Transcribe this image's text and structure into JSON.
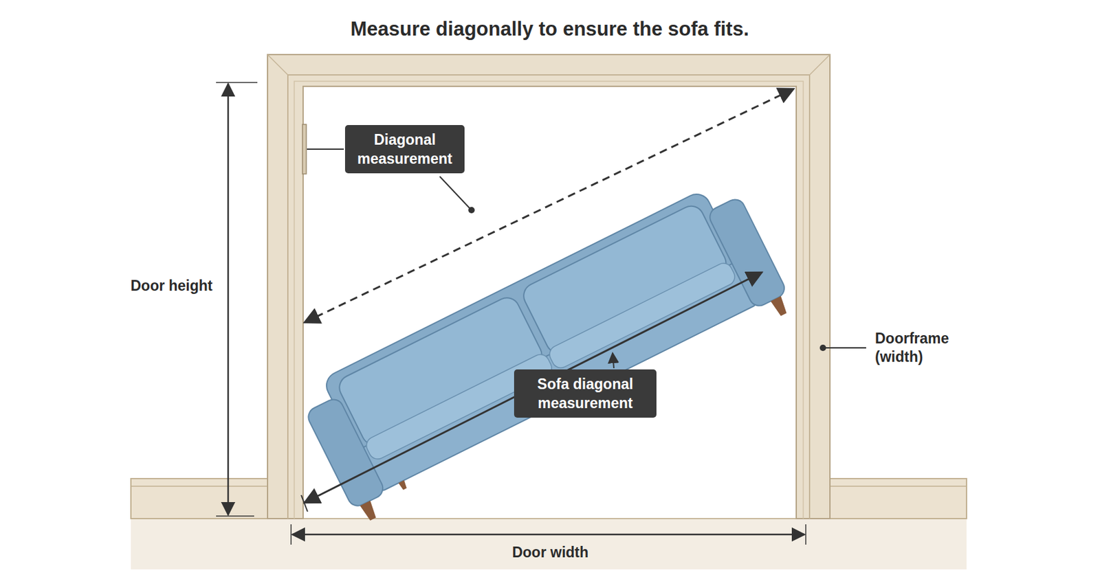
{
  "diagram": {
    "title": "Measure diagonally to ensure the sofa fits.",
    "nodes": [
      {
        "text": [
          "Diagonal measurement"
        ]
      },
      {
        "text": [
          "Sofa diagonal measurement"
        ]
      }
    ],
    "labels": [
      "Door height",
      "Doorframe (width)",
      "Door width"
    ]
  }
}
